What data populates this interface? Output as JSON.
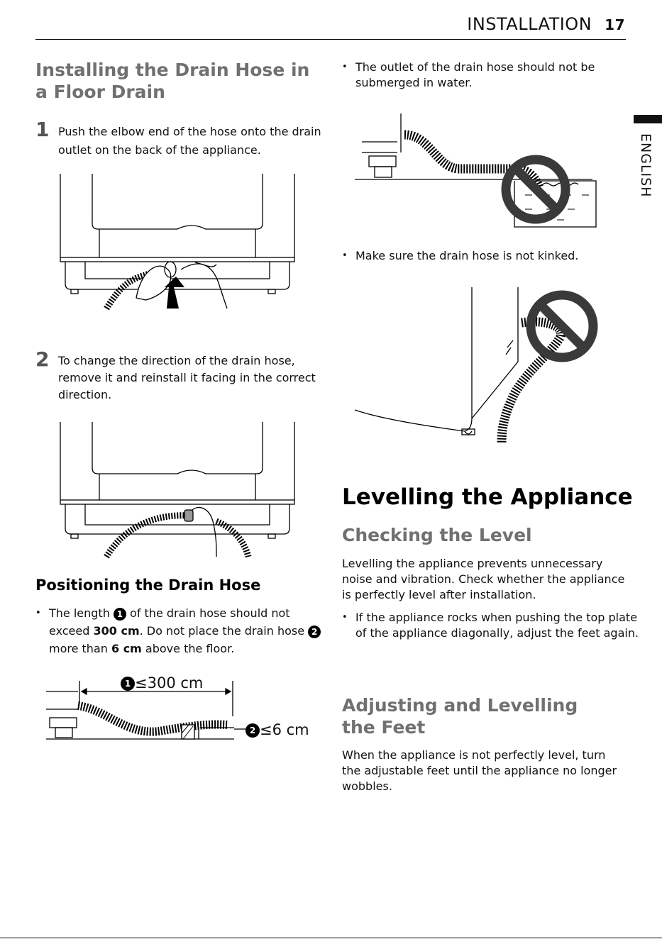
{
  "header": {
    "section": "INSTALLATION",
    "page_number": "17"
  },
  "side_tab": "ENGLISH",
  "left": {
    "floor_drain_title": "Installing the Drain Hose in a Floor Drain",
    "step1": {
      "num": "1",
      "text": "Push the elbow end of the hose onto the drain outlet on the back of the appliance."
    },
    "step2": {
      "num": "2",
      "text": "To change the direction of the drain hose, remove it and reinstall it facing in the correct direction."
    },
    "positioning_title": "Positioning the Drain Hose",
    "positioning_bullet": {
      "p1": "The length ",
      "m1": "1",
      "p2": " of the drain hose should not exceed ",
      "b1": "300 cm",
      "p3": ". Do not place the drain hose ",
      "m2": "2",
      "p4": " more than ",
      "b2": "6 cm",
      "p5": " above the floor."
    },
    "dim_length": "≤300 cm",
    "dim_height": "≤6 cm",
    "dim_marker1": "1",
    "dim_marker2": "2"
  },
  "right": {
    "bullet_submerged": "The outlet of the drain hose should not be submerged in water.",
    "bullet_kinked": "Make sure the drain hose is not kinked.",
    "levelling_title": "Levelling the Appliance",
    "checking_title": "Checking the Level",
    "checking_text": "Levelling the appliance prevents unnecessary noise and vibration. Check whether the appliance is perfectly level after installation.",
    "checking_bullet": "If the appliance rocks when pushing the top plate of the appliance diagonally, adjust the feet again.",
    "adjusting_title": "Adjusting and Levelling the Feet",
    "adjusting_text": "When the appliance is not perfectly level, turn the adjustable feet until the appliance no longer wobbles."
  },
  "colors": {
    "heading_grey": "#707070",
    "prohibit": "#3a3a3a"
  }
}
